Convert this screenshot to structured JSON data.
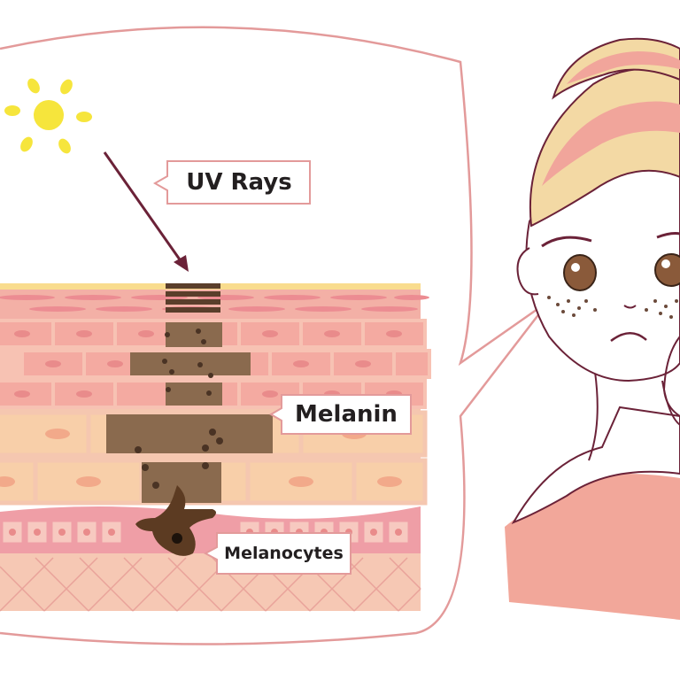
{
  "labels": {
    "uv_rays": "UV Rays",
    "melanin": "Melanin",
    "melanocytes": "Melanocytes"
  },
  "colors": {
    "outline": "#e39a9a",
    "sun": "#f6e53c",
    "arrow": "#6b2238",
    "melanin": "#8a6a4e",
    "melanin_dark": "#4a3324",
    "skin_top": "#f4b3a9",
    "skin_mid": "#f7c2b3",
    "skin_deep": "#f8cfa9",
    "dermis": "#f6c8b4",
    "basal": "#ef9ea6",
    "cell_nucleus": "#e98b8b",
    "hair_blonde": "#f3d9a4",
    "hair_pink": "#f1a59b",
    "shirt": "#f2a79a",
    "eye": "#8a5a3a"
  },
  "icons": [
    "sun-icon",
    "arrow-icon",
    "woman-face-illustration",
    "skin-cross-section"
  ]
}
